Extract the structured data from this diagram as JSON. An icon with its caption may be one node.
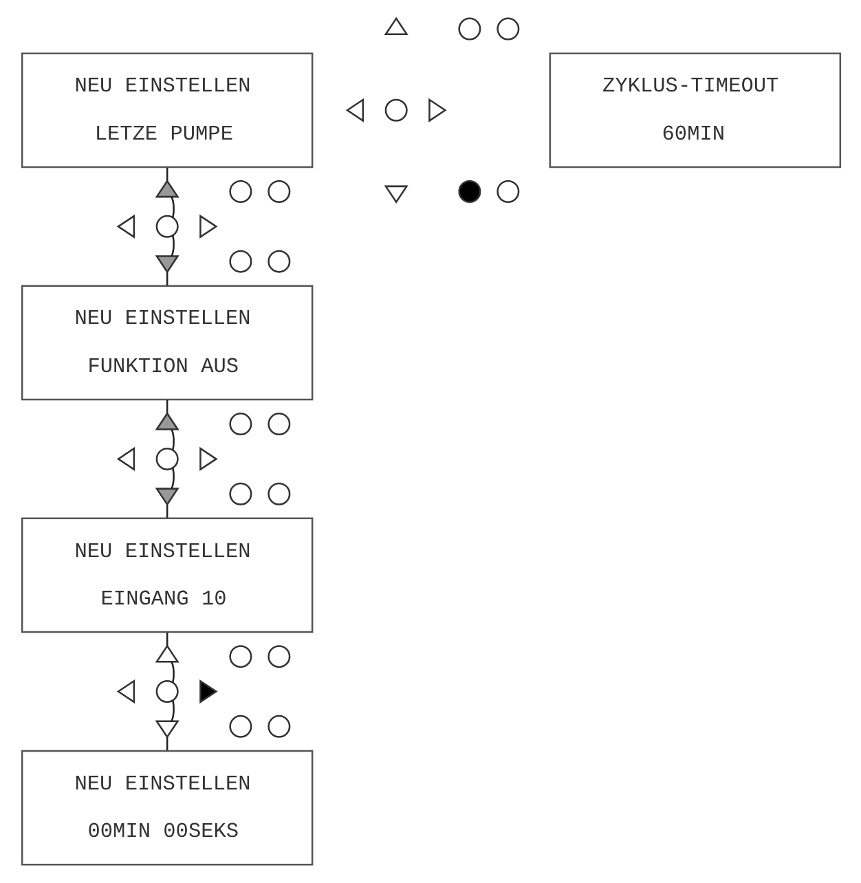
{
  "diagram": {
    "nodes": [
      {
        "text": [
          "NEU EINSTELLEN",
          "LETZE PUMPE"
        ]
      },
      {
        "text": [],
        "shape": "triangle"
      },
      {
        "text": [],
        "shape": "circle"
      },
      {
        "text": [],
        "shape": "circle"
      },
      {
        "text": [],
        "shape": "triangle"
      },
      {
        "text": [],
        "shape": "circle"
      },
      {
        "text": [],
        "shape": "triangle"
      },
      {
        "text": [],
        "shape": "triangle"
      },
      {
        "text": [],
        "shape": "circle"
      },
      {
        "text": [],
        "shape": "circle"
      },
      {
        "text": [
          "ZYKLUS-TIMEOUT",
          "60MIN"
        ]
      },
      {
        "text": [],
        "shape": "triangle"
      },
      {
        "text": [],
        "shape": "circle"
      },
      {
        "text": [],
        "shape": "circle"
      },
      {
        "text": [],
        "shape": "triangle"
      },
      {
        "text": [],
        "shape": "circle"
      },
      {
        "text": [],
        "shape": "triangle"
      },
      {
        "text": [],
        "shape": "triangle"
      },
      {
        "text": [],
        "shape": "circle"
      },
      {
        "text": [],
        "shape": "circle"
      },
      {
        "text": [
          "NEU EINSTELLEN",
          "FUNKTION AUS"
        ]
      },
      {
        "text": [],
        "shape": "triangle"
      },
      {
        "text": [],
        "shape": "circle"
      },
      {
        "text": [],
        "shape": "circle"
      },
      {
        "text": [],
        "shape": "triangle"
      },
      {
        "text": [],
        "shape": "circle"
      },
      {
        "text": [],
        "shape": "triangle"
      },
      {
        "text": [],
        "shape": "triangle"
      },
      {
        "text": [],
        "shape": "circle"
      },
      {
        "text": [],
        "shape": "circle"
      },
      {
        "text": [
          "NEU EINSTELLEN",
          "EINGANG 10"
        ]
      },
      {
        "text": [],
        "shape": "triangle"
      },
      {
        "text": [],
        "shape": "circle"
      },
      {
        "text": [],
        "shape": "circle"
      },
      {
        "text": [],
        "shape": "triangle"
      },
      {
        "text": [],
        "shape": "circle"
      },
      {
        "text": [],
        "shape": "triangle"
      },
      {
        "text": [],
        "shape": "triangle"
      },
      {
        "text": [],
        "shape": "circle"
      },
      {
        "text": [],
        "shape": "circle"
      },
      {
        "text": [
          "NEU EINSTELLEN",
          "00MIN 00SEKS"
        ]
      }
    ],
    "edges": [
      {
        "from": 0,
        "to": 11,
        "arrow": "none"
      },
      {
        "from": 11,
        "to": 15,
        "arrow": "none"
      },
      {
        "from": 15,
        "to": 17,
        "arrow": "none"
      },
      {
        "from": 17,
        "to": 20,
        "arrow": "none"
      },
      {
        "from": 20,
        "to": 21,
        "arrow": "none"
      },
      {
        "from": 21,
        "to": 25,
        "arrow": "none"
      },
      {
        "from": 25,
        "to": 27,
        "arrow": "none"
      },
      {
        "from": 27,
        "to": 30,
        "arrow": "none"
      },
      {
        "from": 30,
        "to": 31,
        "arrow": "none"
      },
      {
        "from": 31,
        "to": 35,
        "arrow": "none"
      },
      {
        "from": 35,
        "to": 37,
        "arrow": "none"
      },
      {
        "from": 37,
        "to": 40,
        "arrow": "none"
      }
    ]
  }
}
